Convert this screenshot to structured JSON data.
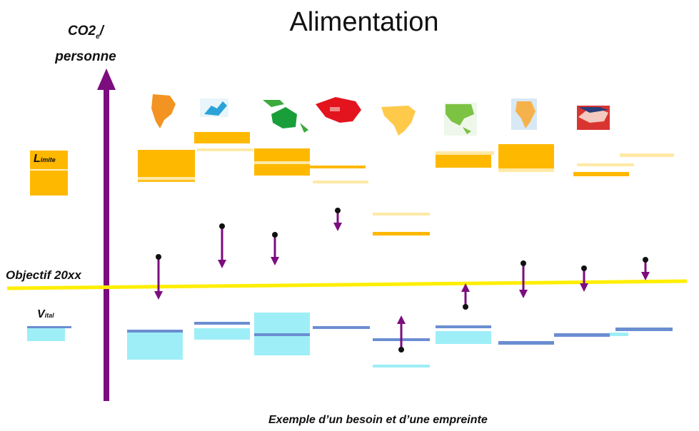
{
  "title": "Alimentation",
  "y_axis": {
    "label_main": "CO2",
    "label_sub": "e",
    "label_rest": "/ personne"
  },
  "caption": "Exemple d’un besoin et d’une empreinte",
  "objective_label": "Objectif 20xx",
  "legend": {
    "limit": {
      "initial": "L",
      "rest": "imite"
    },
    "vital": {
      "initial": "V",
      "rest": "ital"
    }
  },
  "regions": [
    {
      "id": "south-america",
      "icon": "map-south-america-icon"
    },
    {
      "id": "europe-north",
      "icon": "map-europe-north-icon"
    },
    {
      "id": "oceania",
      "icon": "map-oceania-icon"
    },
    {
      "id": "north-america",
      "icon": "map-north-america-icon"
    },
    {
      "id": "africa",
      "icon": "map-africa-icon"
    },
    {
      "id": "asia",
      "icon": "map-asia-icon"
    },
    {
      "id": "india",
      "icon": "map-india-icon"
    },
    {
      "id": "europe",
      "icon": "map-europe-icon"
    }
  ],
  "colors": {
    "limit": "#ffb800",
    "limit_light": "#ffe9a6",
    "vital": "#9eeef7",
    "vital_line": "#6b8ed1",
    "arrow": "#7b0d7e",
    "objective": "#ffee00",
    "axis": "#7b0d7e"
  }
}
